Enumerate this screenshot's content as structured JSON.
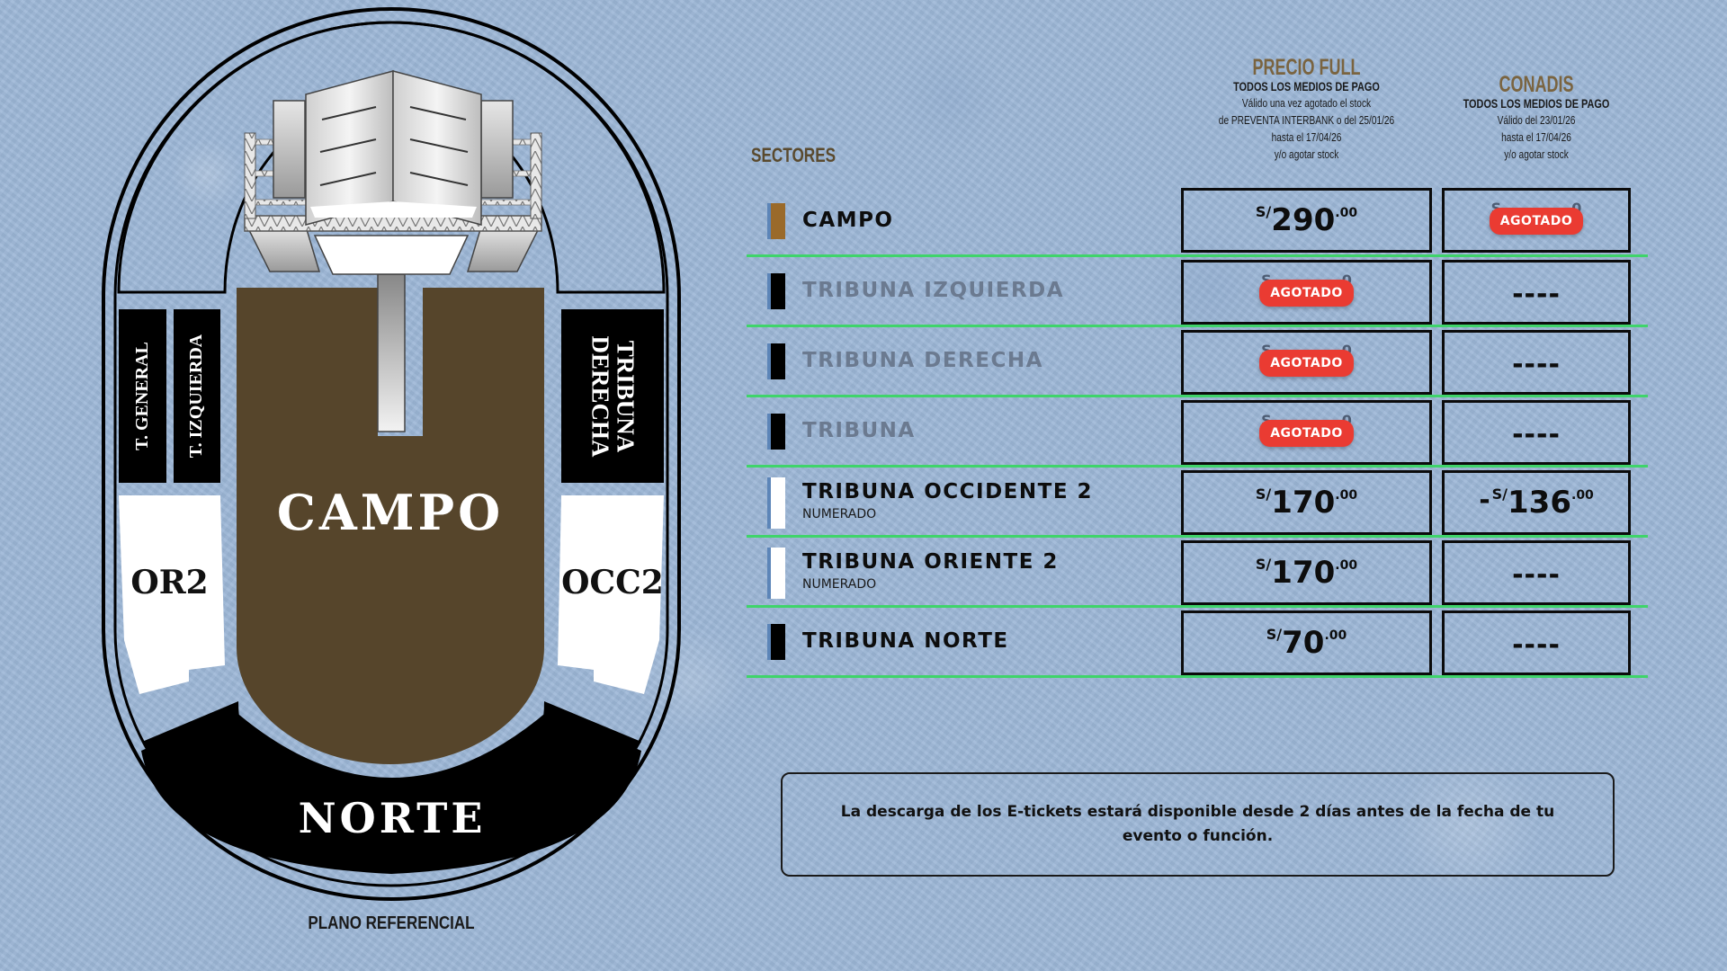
{
  "map": {
    "title": "PLANO REFERENCIAL",
    "zones": {
      "campo": "CAMPO",
      "norte": "NORTE",
      "or2": "OR2",
      "occ2": "OCC2",
      "t_general": "T. GENERAL",
      "t_izquierda": "T. IZQUIERDA",
      "tribuna_derecha_line1": "TRIBUNA",
      "tribuna_derecha_line2": "DERECHA"
    },
    "colors": {
      "campo": "#56452b",
      "norte": "#000000",
      "tribunas": "#000000",
      "numerado": "#ffffff",
      "outline": "#000000"
    }
  },
  "table": {
    "sectores_label": "SECTORES",
    "columns": [
      {
        "title": "PRECIO FULL",
        "subtitle": "TODOS LOS MEDIOS DE PAGO",
        "lines": [
          "Válido una vez agotado el stock",
          "de PREVENTA INTERBANK o del 25/01/26",
          "hasta el 17/04/26",
          "y/o agotar stock"
        ]
      },
      {
        "title": "CONADIS",
        "subtitle": "TODOS LOS MEDIOS DE PAGO",
        "lines": [
          "Válido del 23/01/26",
          "hasta el 17/04/26",
          "y/o agotar stock"
        ]
      }
    ],
    "rows": [
      {
        "name": "CAMPO",
        "sub": "",
        "swatch": "#9a6a2a",
        "dim": false,
        "full": {
          "currency": "S/",
          "amount": "290",
          "decimals": ".00",
          "status": "available"
        },
        "conadis": {
          "currency": "S/",
          "amount": "",
          "decimals": ".00",
          "status": "sold_out",
          "badge": "AGOTADO"
        }
      },
      {
        "name": "TRIBUNA IZQUIERDA",
        "sub": "",
        "swatch": "#000000",
        "dim": true,
        "full": {
          "status": "sold_out",
          "badge": "AGOTADO"
        },
        "conadis": {
          "status": "none",
          "text": "----"
        }
      },
      {
        "name": "TRIBUNA DERECHA",
        "sub": "",
        "swatch": "#000000",
        "dim": true,
        "full": {
          "status": "sold_out",
          "badge": "AGOTADO"
        },
        "conadis": {
          "status": "none",
          "text": "----"
        }
      },
      {
        "name": "TRIBUNA",
        "sub": "",
        "swatch": "#000000",
        "dim": true,
        "full": {
          "status": "sold_out",
          "badge": "AGOTADO"
        },
        "conadis": {
          "status": "none",
          "text": "----"
        }
      },
      {
        "name": "TRIBUNA OCCIDENTE 2",
        "sub": "NUMERADO",
        "swatch": "#ffffff",
        "dim": false,
        "full": {
          "currency": "S/",
          "amount": "170",
          "decimals": ".00",
          "status": "available"
        },
        "conadis": {
          "prefix": "-",
          "currency": "S/",
          "amount": "136",
          "decimals": ".00",
          "status": "available"
        }
      },
      {
        "name": "TRIBUNA ORIENTE 2",
        "sub": "NUMERADO",
        "swatch": "#ffffff",
        "dim": false,
        "full": {
          "currency": "S/",
          "amount": "170",
          "decimals": ".00",
          "status": "available"
        },
        "conadis": {
          "status": "none",
          "text": "----"
        }
      },
      {
        "name": "TRIBUNA NORTE",
        "sub": "",
        "swatch": "#000000",
        "dim": false,
        "full": {
          "currency": "S/",
          "amount": "70",
          "decimals": ".00",
          "status": "available"
        },
        "conadis": {
          "status": "none",
          "text": "----"
        }
      }
    ],
    "colors": {
      "separator": "#3fd46a",
      "badge": "#ea3b32",
      "header_title": "#7a6440"
    }
  },
  "notice": {
    "text": "La descarga de los E-tickets estará disponible desde 2 días antes de la fecha de tu evento o función."
  }
}
